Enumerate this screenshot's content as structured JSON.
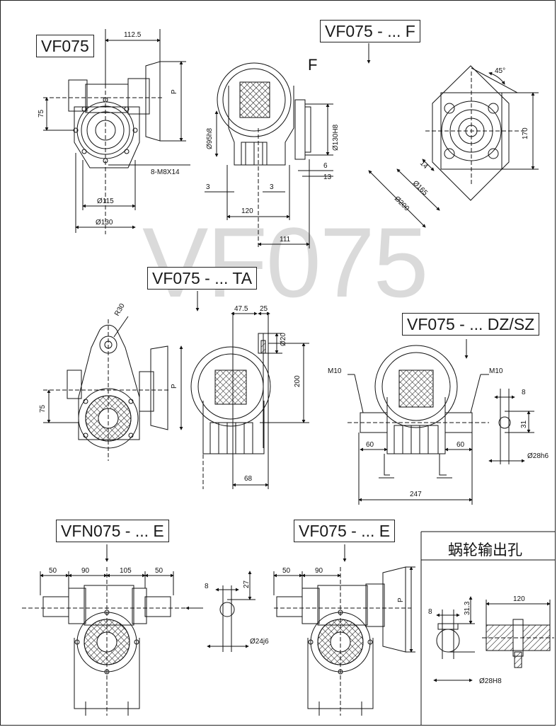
{
  "labels": {
    "vf075": "VF075",
    "vf075_f": "VF075 - ... F",
    "vf075_ta": "VF075 - ... TA",
    "vf075_dzsz": "VF075 - ... DZ/SZ",
    "vfn075_e": "VFN075 - ... E",
    "vf075_e": "VF075 - ... E",
    "worm_output_bore": "蜗轮输出孔",
    "flange_letter": "F"
  },
  "watermark": "VF075",
  "dims": {
    "d112_5": "112.5",
    "p": "P",
    "d75": "75",
    "m8": "8-M8X14",
    "d115": "Ø115",
    "d130": "Ø130",
    "d95h8": "Ø95h8",
    "d130h8": "Ø130H8",
    "d6": "6",
    "d13": "13",
    "d3a": "3",
    "d3b": "3",
    "d120": "120",
    "d111": "111",
    "d45": "45°",
    "d170": "170",
    "d14": "14",
    "d165": "Ø165",
    "d200": "Ø200",
    "r30": "R30",
    "d47_5": "47.5",
    "d25": "25",
    "d20": "Ø20",
    "d200b": "200",
    "d68": "68",
    "m10a": "M10",
    "m10b": "M10",
    "d8a": "8",
    "d31": "31",
    "d60a": "60",
    "d60b": "60",
    "d28h6": "Ø28h6",
    "d247": "247",
    "d50a": "50",
    "d90a": "90",
    "d105": "105",
    "d50b": "50",
    "d8b": "8",
    "d27": "27",
    "d24j6": "Ø24j6",
    "d50c": "50",
    "d90b": "90",
    "d8c": "8",
    "d31_3": "31.3",
    "d120b": "120",
    "d28H8": "Ø28H8"
  },
  "colors": {
    "line": "#111111",
    "watermark": "#bdbdbd"
  }
}
